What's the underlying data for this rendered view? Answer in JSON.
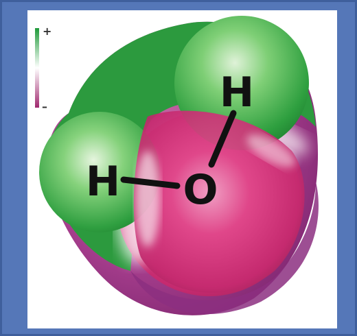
{
  "legend": {
    "plus_label": "+",
    "minus_label": "–",
    "positive_color": "#1f9a3a",
    "negative_color": "#a0286e"
  },
  "molecule": {
    "oxygen_symbol": "O",
    "hydrogen_top_symbol": "H",
    "hydrogen_left_symbol": "H",
    "colors": {
      "partial_positive": "#3aa84a",
      "partial_negative": "#d02f7a",
      "outer_negative": "#9a2f8a"
    }
  }
}
